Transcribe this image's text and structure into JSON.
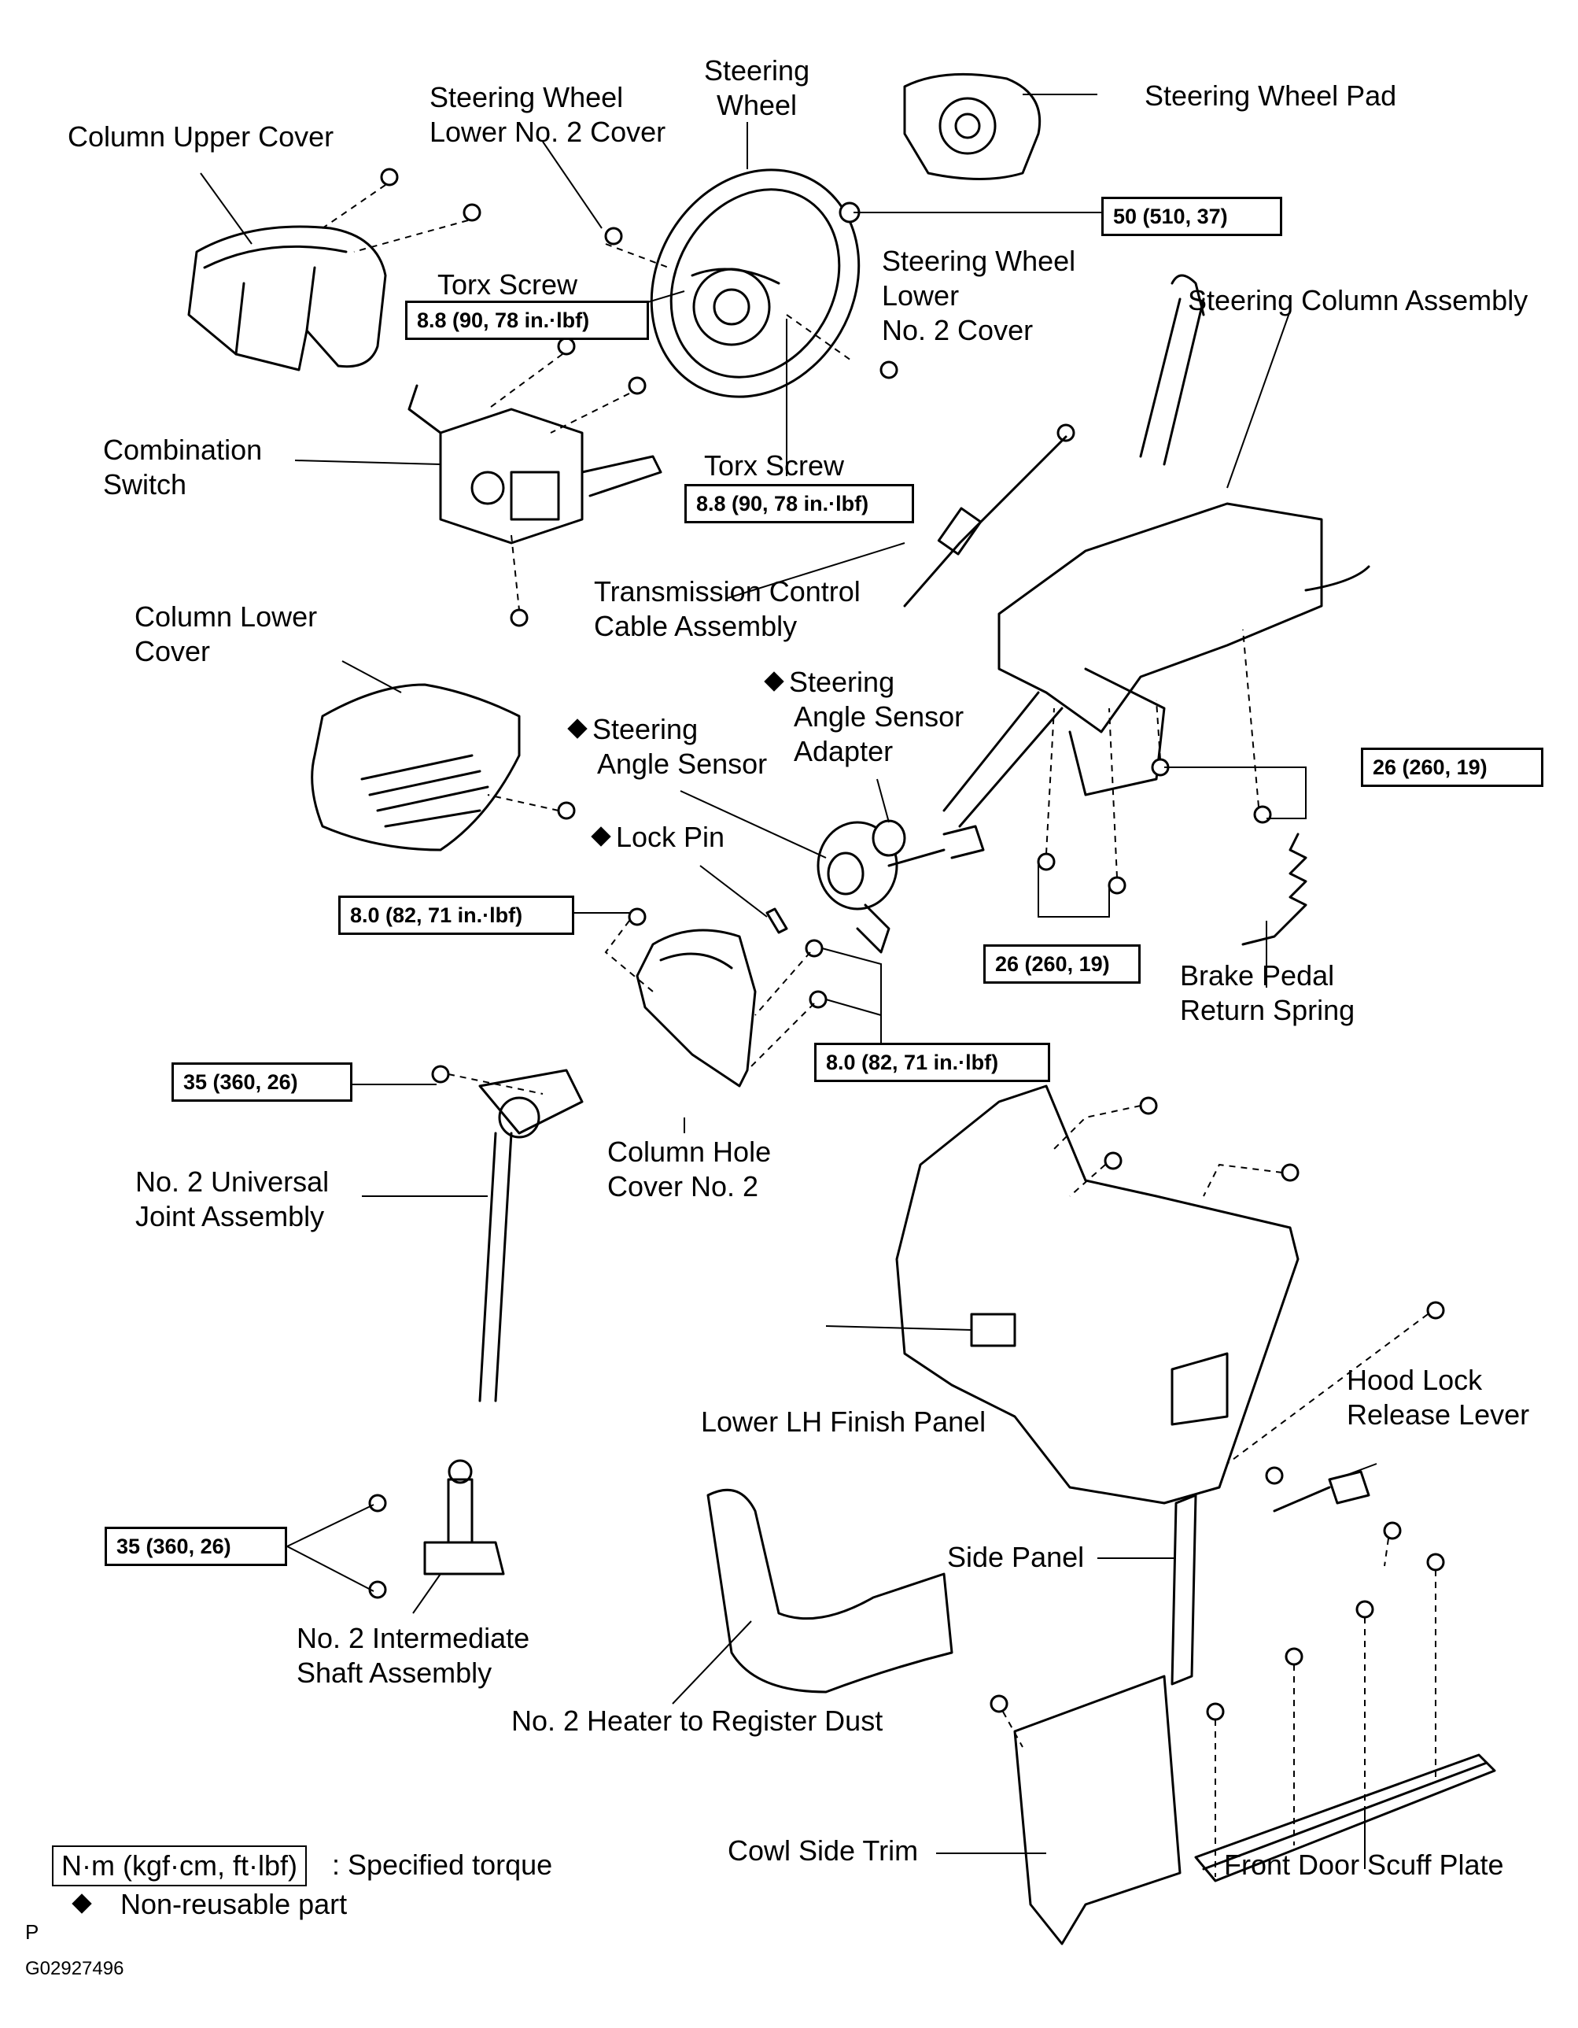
{
  "labels": {
    "column_upper_cover": "Column Upper Cover",
    "steering_wheel_lower_no2_cover_top": [
      "Steering Wheel",
      "Lower No. 2 Cover"
    ],
    "steering_wheel": [
      "Steering",
      "Wheel"
    ],
    "steering_wheel_pad": "Steering Wheel Pad",
    "torx_screw_left": "Torx Screw",
    "steering_wheel_lower_no2_cover_right": [
      "Steering Wheel",
      "Lower",
      "No. 2 Cover"
    ],
    "steering_column_assembly": "Steering Column Assembly",
    "combination_switch": [
      "Combination",
      "Switch"
    ],
    "torx_screw_center": "Torx Screw",
    "transmission_control_cable": [
      "Transmission Control",
      "Cable Assembly"
    ],
    "column_lower_cover": [
      "Column Lower",
      "Cover"
    ],
    "steering_angle_sensor_adapter": [
      "Steering",
      "Angle Sensor",
      "Adapter"
    ],
    "steering_angle_sensor": [
      "Steering",
      "Angle Sensor"
    ],
    "lock_pin": "Lock Pin",
    "brake_pedal_return_spring": [
      "Brake Pedal",
      "Return Spring"
    ],
    "column_hole_cover_no2": [
      "Column Hole",
      "Cover No. 2"
    ],
    "no2_universal_joint": [
      "No. 2 Universal",
      "Joint Assembly"
    ],
    "lower_lh_finish_panel": "Lower LH Finish Panel",
    "hood_lock_release_lever": [
      "Hood Lock",
      "Release Lever"
    ],
    "side_panel": "Side Panel",
    "no2_intermediate_shaft": [
      "No. 2 Intermediate",
      "Shaft Assembly"
    ],
    "no2_heater_register": "No. 2 Heater to Register Dust",
    "cowl_side_trim": "Cowl Side Trim",
    "front_door_scuff_plate": "Front Door Scuff Plate"
  },
  "torques": {
    "t50": "50 (510, 37)",
    "t88_left": "8.8 (90, 78 in.·lbf)",
    "t88_center": "8.8 (90, 78 in.·lbf)",
    "t26_right": "26 (260, 19)",
    "t26_lower": "26 (260, 19)",
    "t80_left": "8.0 (82, 71 in.·lbf)",
    "t80_right": "8.0 (82, 71 in.·lbf)",
    "t35_upper": "35 (360, 26)",
    "t35_lower": "35 (360, 26)"
  },
  "legend": {
    "unit_box": "N·m (kgf·cm, ft·lbf)",
    "unit_text": ": Specified torque",
    "non_reusable": "Non-reusable part"
  },
  "footer": {
    "letter": "P",
    "code": "G02927496"
  },
  "icons": {
    "non_reusable_marker": "black-diamond-icon"
  }
}
